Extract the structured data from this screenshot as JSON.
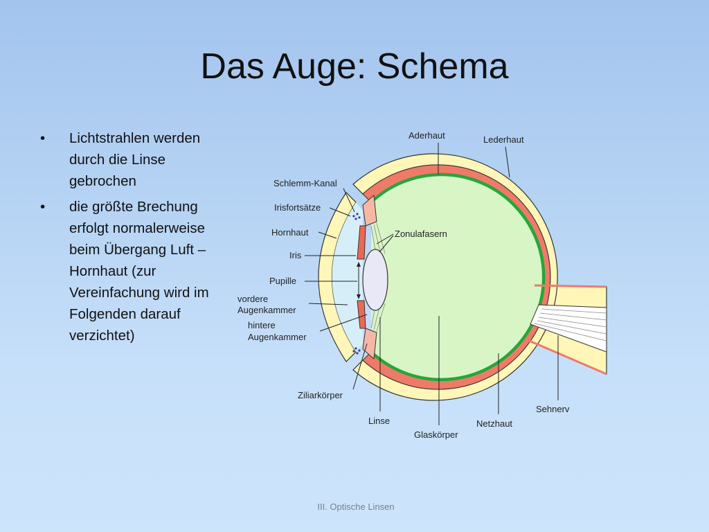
{
  "slide": {
    "title": "Das Auge: Schema",
    "bullets": [
      "Lichtstrahlen werden durch die Linse gebrochen",
      "die größte Brechung erfolgt normalerweise beim Übergang Luft – Hornhaut (zur Vereinfachung wird im Folgenden darauf verzichtet)"
    ],
    "bullet_symbol": "•",
    "footer": "III. Optische Linsen"
  },
  "diagram": {
    "labels": {
      "aderhaut": "Aderhaut",
      "lederhaut": "Lederhaut",
      "schlemm_kanal": "Schlemm-Kanal",
      "irisfortsaetze": "Irisfortsätze",
      "hornhaut": "Hornhaut",
      "zonulafasern": "Zonulafasern",
      "iris": "Iris",
      "pupille": "Pupille",
      "vordere_1": "vordere",
      "vordere_2": "Augenkammer",
      "hintere_1": "hintere",
      "hintere_2": "Augenkammer",
      "ziliarkoerper": "Ziliarkörper",
      "linse": "Linse",
      "glaskoerper": "Glaskörper",
      "netzhaut": "Netzhaut",
      "sehnerv": "Sehnerv"
    },
    "colors": {
      "sclera": "#fff6b8",
      "choroid": "#f07a68",
      "retina": "#22a83a",
      "vitreous": "#d8f5c6",
      "cornea_chamber": "#d6eef8",
      "lens": "#e8e8f6",
      "iris": "#e86a56",
      "ciliary": "#f6b8a4",
      "outline": "#333333"
    }
  }
}
